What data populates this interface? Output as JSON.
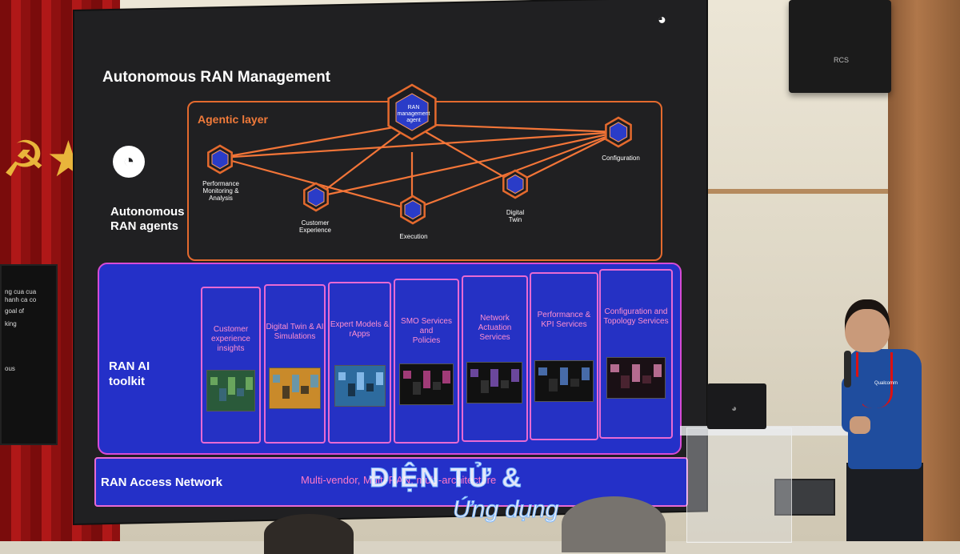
{
  "slide": {
    "title": "Autonomous RAN Management",
    "agentic_layer_label": "Agentic layer",
    "agents_label": "Autonomous\nRAN agents",
    "hub_label": "RAN\nmanagement\nagent",
    "agents": [
      {
        "id": "perf",
        "label": "Performance\nMonitoring &\nAnalysis"
      },
      {
        "id": "cx",
        "label": "Customer\nExperience"
      },
      {
        "id": "exec",
        "label": "Execution"
      },
      {
        "id": "twin",
        "label": "Digital\nTwin"
      },
      {
        "id": "config",
        "label": "Configuration"
      }
    ],
    "toolkit_label": "RAN AI\ntoolkit",
    "tools": [
      {
        "title": "Customer\nexperience\ninsights",
        "thumb_colors": [
          "#2a5a3a",
          "#7fbf6a",
          "#3d6b8c"
        ]
      },
      {
        "title": "Digital Twin & AI\nSimulations",
        "thumb_colors": [
          "#c98a2a",
          "#4a9ad1",
          "#222"
        ]
      },
      {
        "title": "Expert Models &\nrApps",
        "thumb_colors": [
          "#2d6b9e",
          "#9fd0ff",
          "#12202d"
        ]
      },
      {
        "title": "SMO Services and\nPolicies",
        "thumb_colors": [
          "#111",
          "#d04a9a",
          "#3a3a3a"
        ]
      },
      {
        "title": "Network\nActuation\nServices",
        "thumb_colors": [
          "#111",
          "#8a5acb",
          "#3b3b3b"
        ]
      },
      {
        "title": "Performance &\nKPI Services",
        "thumb_colors": [
          "#111",
          "#5a8adb",
          "#333"
        ]
      },
      {
        "title": "Configuration and\nTopology Services",
        "thumb_colors": [
          "#1a1015",
          "#e88ab8",
          "#5a2a3a"
        ]
      }
    ],
    "access_label": "RAN Access Network",
    "access_tag": "Multi-vendor, Multi-RAN, multi-architecture"
  },
  "side_screen_lines": [
    "ng cua cua",
    "hanh ca co",
    "goal of",
    "king",
    "ous"
  ],
  "speaker_brand": "RCS",
  "watermark": {
    "line1": "ĐIỆN TỬ &",
    "line2": "Ứng dụng"
  },
  "shirt_brand": "Qualcomm",
  "colors": {
    "agent_orange": "#e46a2e",
    "toolkit_blue": "#2430c8",
    "border_pink": "#e86ad3",
    "hex_fill": "#2a3cc8"
  }
}
